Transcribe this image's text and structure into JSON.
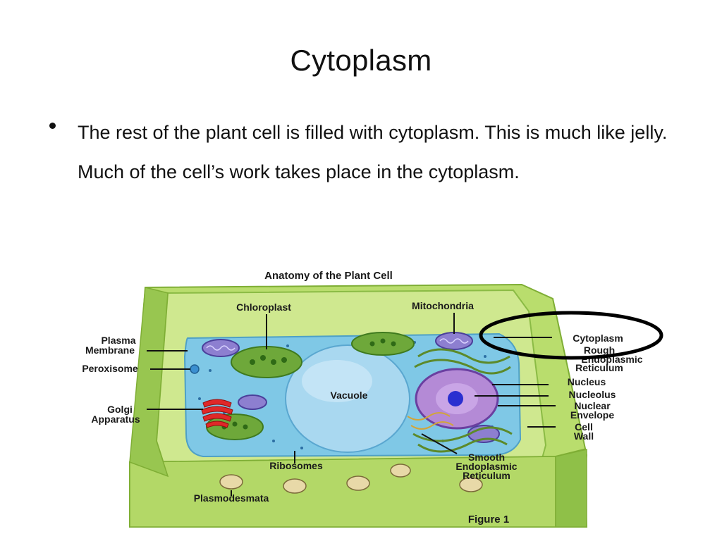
{
  "slide": {
    "title": "Cytoplasm",
    "bullet": "The rest of the plant cell is filled with cytoplasm. This is much like jelly. Much of the cell’s work takes place in the cytoplasm."
  },
  "figure": {
    "heading": "Anatomy of the Plant Cell",
    "caption": "Figure 1",
    "labels": {
      "chloroplast": "Chloroplast",
      "mitochondria": "Mitochondria",
      "plasma_membrane_1": "Plasma",
      "plasma_membrane_2": "Membrane",
      "peroxisome": "Peroxisome",
      "golgi_1": "Golgi",
      "golgi_2": "Apparatus",
      "vacuole": "Vacuole",
      "ribosomes": "Ribosomes",
      "plasmodesmata": "Plasmodesmata",
      "cytoplasm": "Cytoplasm",
      "rough_er_1": "Rough",
      "rough_er_2": "Endoplasmic",
      "rough_er_3": "Reticulum",
      "nucleus": "Nucleus",
      "nucleolus": "Nucleolus",
      "nuclear_envelope_1": "Nuclear",
      "nuclear_envelope_2": "Envelope",
      "cell_wall_1": "Cell",
      "cell_wall_2": "Wall",
      "smooth_er_1": "Smooth",
      "smooth_er_2": "Endoplasmic",
      "smooth_er_3": "Reticulum"
    }
  },
  "colors": {
    "cell_wall": "#a8d15a",
    "cell_wall_dark": "#7fae35",
    "cytoplasm": "#7fc8e6",
    "vacuole": "#a9d8f0",
    "chloroplast": "#6ea83a",
    "golgi": "#e02828",
    "nucleus": "#b48ad6",
    "highlight_ellipse": "#000000"
  }
}
